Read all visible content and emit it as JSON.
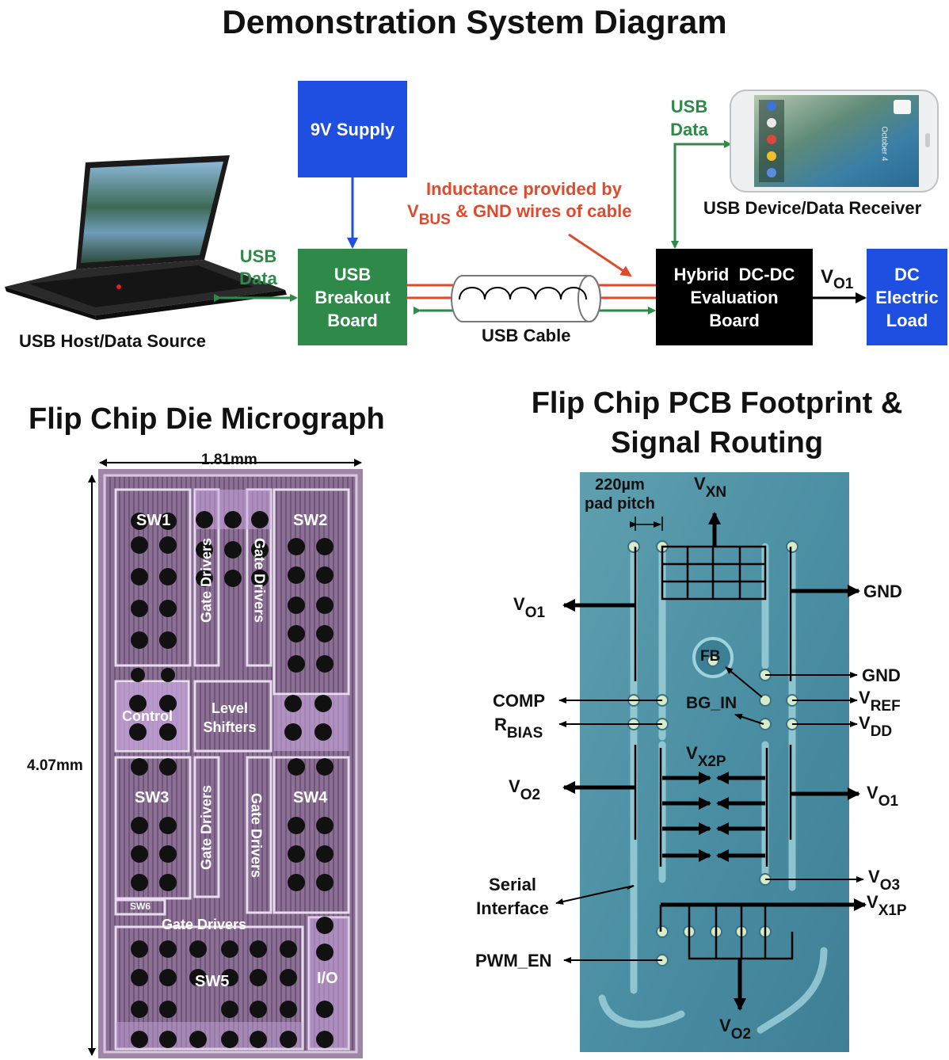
{
  "title": "Demonstration System Diagram",
  "system": {
    "laptop_label": "USB Host/Data Source",
    "usb_data_left": [
      "USB",
      "Data"
    ],
    "supply": "9V Supply",
    "breakout": [
      "USB",
      "Breakout",
      "Board"
    ],
    "cable_label": "USB Cable",
    "inductance_line1": "Inductance provided by",
    "inductance_vbus_v": "V",
    "inductance_vbus_sub": "BUS",
    "inductance_line2": "& GND wires of cable",
    "eval_board": [
      "Hybrid  DC-DC",
      "Evaluation",
      "Board"
    ],
    "vo1_v": "V",
    "vo1_sub": "O1",
    "load": [
      "DC",
      "Electric",
      "Load"
    ],
    "usb_data_right": [
      "USB",
      "Data"
    ],
    "phone_label": "USB Device/Data Receiver",
    "phone_date": "October 4"
  },
  "die": {
    "title": "Flip Chip Die Micrograph",
    "width_label": "1.81mm",
    "height_label": "4.07mm",
    "blocks": {
      "sw1": "SW1",
      "sw2": "SW2",
      "sw3": "SW3",
      "sw4": "SW4",
      "sw5": "SW5",
      "sw6": "SW6",
      "io": "I/O",
      "control": "Control",
      "level_shifters": [
        "Level",
        "Shifters"
      ],
      "gate_drivers": "Gate Drivers"
    }
  },
  "pcb": {
    "title_line1": "Flip Chip PCB Footprint &",
    "title_line2": "Signal Routing",
    "pitch_line1": "220µm",
    "pitch_line2": "pad pitch",
    "labels": {
      "vxn_v": "V",
      "vxn_sub": "XN",
      "gnd_top": "GND",
      "vo1_left_v": "V",
      "vo1_left_sub": "O1",
      "fb": "FB",
      "gnd_mid": "GND",
      "comp": "COMP",
      "bg_in": "BG_IN",
      "vref_v": "V",
      "vref_sub": "REF",
      "rbias_r": "R",
      "rbias_sub": "BIAS",
      "vdd_v": "V",
      "vdd_sub": "DD",
      "vx2p_v": "V",
      "vx2p_sub": "X2P",
      "vo2_left_v": "V",
      "vo2_left_sub": "O2",
      "vo1_right_v": "V",
      "vo1_right_sub": "O1",
      "serial_line1": "Serial",
      "serial_line2": "Interface",
      "vo3_v": "V",
      "vo3_sub": "O3",
      "vx1p_v": "V",
      "vx1p_sub": "X1P",
      "pwm_en": "PWM_EN",
      "vo2_bottom_v": "V",
      "vo2_bottom_sub": "O2"
    }
  }
}
